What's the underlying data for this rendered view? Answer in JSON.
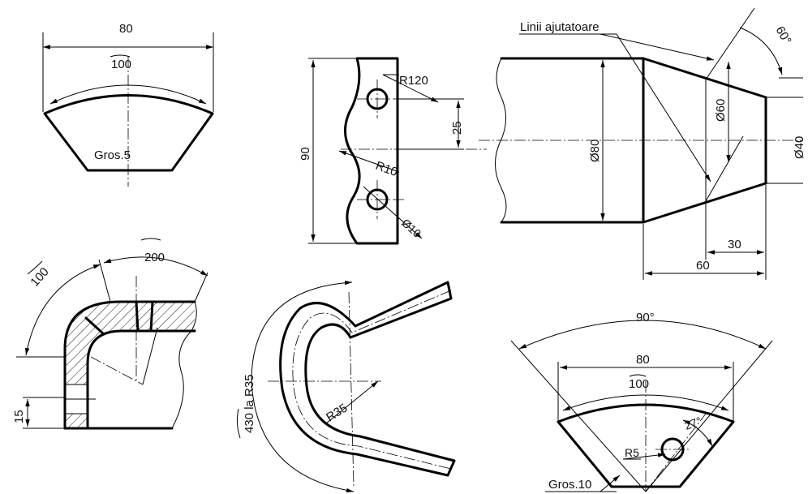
{
  "drawing": {
    "fig1": {
      "width": "80",
      "arc": "100",
      "thickness": "Gros.5"
    },
    "fig2": {
      "height": "90",
      "radius_top": "R120",
      "offset": "25",
      "radius_mid": "R10",
      "hole": "Ø10"
    },
    "fig3": {
      "callout": "Linii ajutatoare",
      "angle": "60°",
      "d_large": "Ø80",
      "d_mid": "Ø60",
      "d_small": "Ø40",
      "len_short": "30",
      "len_long": "60"
    },
    "fig4": {
      "arc_inner": "100",
      "arc_outer": "200",
      "height": "15"
    },
    "fig5": {
      "arc_length": "430 la R35",
      "radius": "R35"
    },
    "fig6": {
      "angle": "90°",
      "width": "80",
      "arc": "100",
      "angle_small": "27°",
      "radius": "R5",
      "thickness": "Gros.10"
    }
  }
}
